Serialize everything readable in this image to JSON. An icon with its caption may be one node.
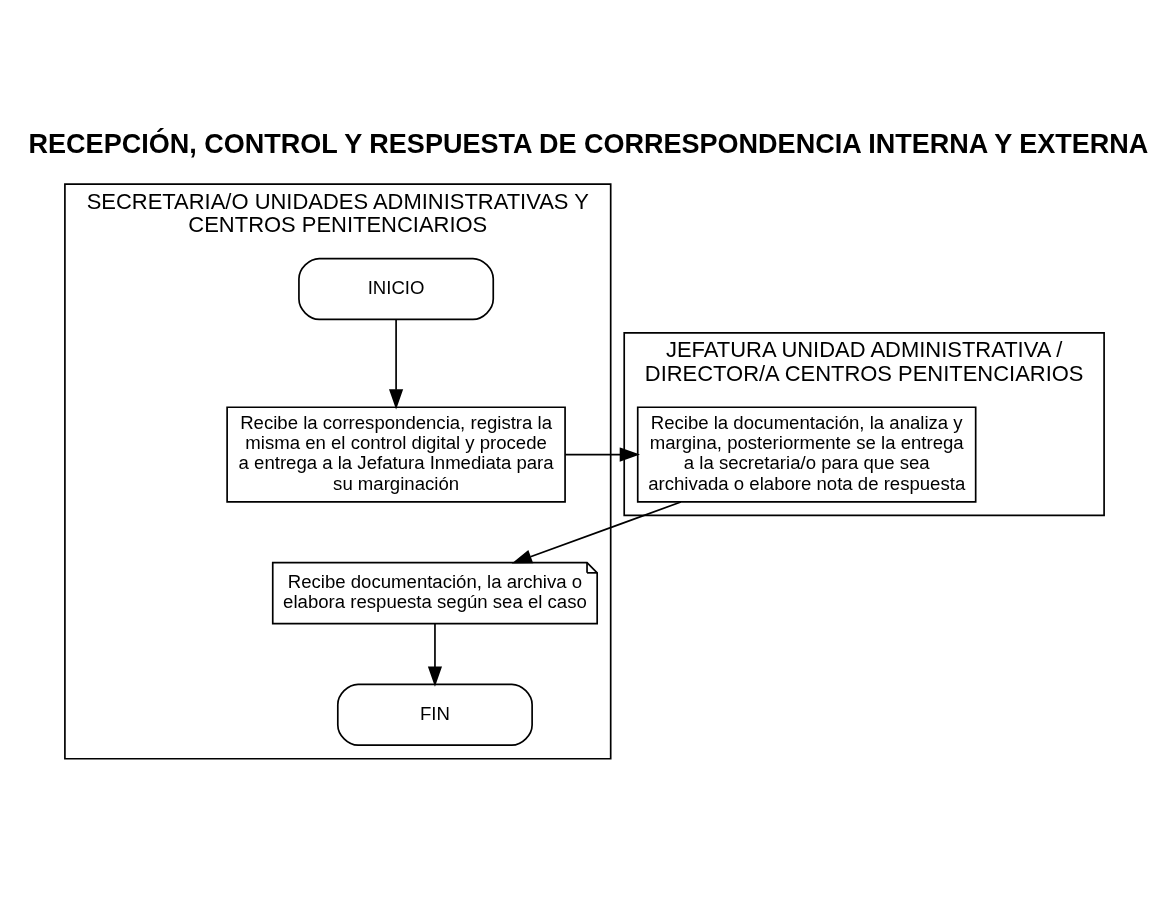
{
  "diagram": {
    "title": "RECEPCIÓN, CONTROL Y RESPUESTA DE CORRESPONDENCIA INTERNA Y EXTERNA",
    "nodes": [
      {
        "text": [
          "SECRETARIA/O UNIDADES ADMINISTRATIVAS Y CENTROS PENITENCIARIOS"
        ]
      },
      {
        "text": [
          "JEFATURA UNIDAD ADMINISTRATIVA / DIRECTOR/A CENTROS PENITENCIARIOS"
        ]
      },
      {
        "text": [
          "INICIO"
        ],
        "in": 0
      },
      {
        "text": [
          "Recibe la correspondencia, registra la misma en el control digital y procede a entrega a la Jefatura Inmediata para su marginación"
        ],
        "in": 0
      },
      {
        "text": [
          "Recibe la documentación, la analiza y margina, posteriormente se la entrega a la secretaria/o para que sea archivada o elabore nota de respuesta"
        ],
        "in": 1
      },
      {
        "text": [
          "Recibe documentación, la archiva o elabora respuesta según sea el caso"
        ],
        "in": 0
      },
      {
        "text": [
          "FIN"
        ],
        "in": 0
      }
    ],
    "edges": [
      {
        "from": 2,
        "to": 3,
        "arrow": "to"
      },
      {
        "from": 3,
        "to": 4,
        "arrow": "to"
      },
      {
        "from": 4,
        "to": 5,
        "arrow": "to"
      },
      {
        "from": 5,
        "to": 6,
        "arrow": "to"
      }
    ]
  }
}
